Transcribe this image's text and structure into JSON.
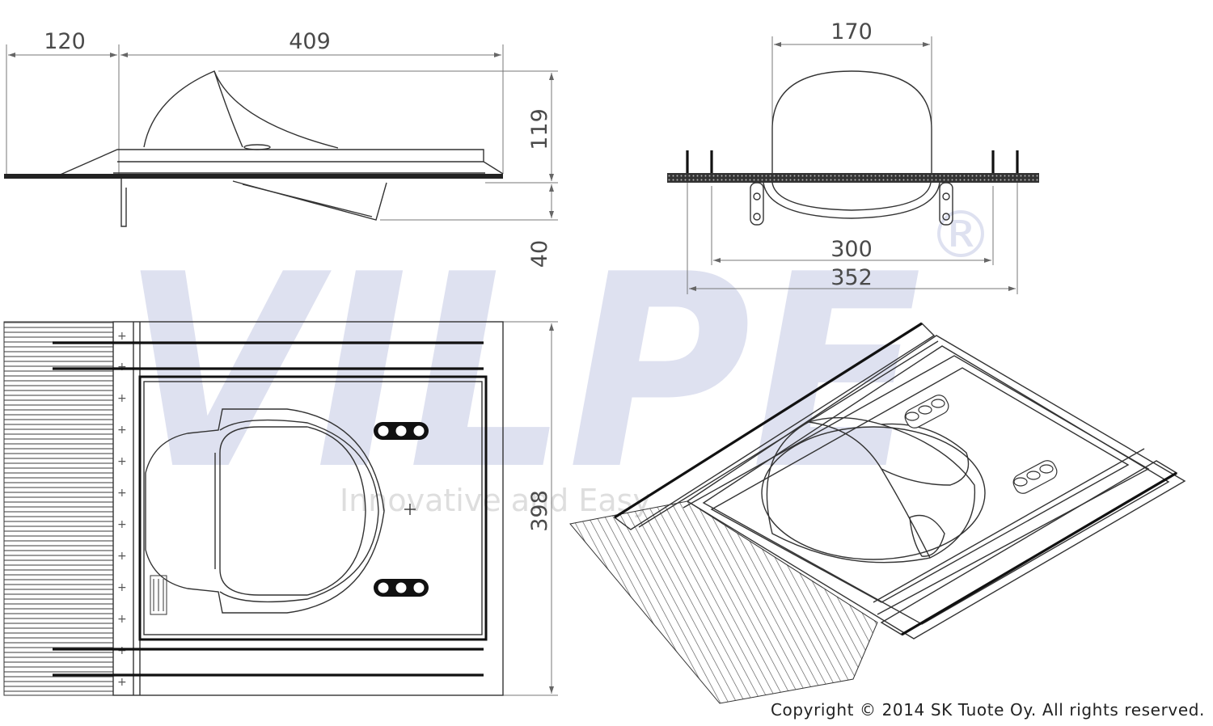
{
  "watermark": {
    "brand": "VILPE",
    "registered": "®",
    "tagline": "Innovative and Easy"
  },
  "side_view": {
    "dim_left": "120",
    "dim_length": "409",
    "dim_height": "119",
    "dim_under": "40"
  },
  "front_view": {
    "dim_top": "170",
    "dim_inner": "300",
    "dim_outer": "352"
  },
  "top_view": {
    "dim_depth": "398"
  },
  "copyright": "Copyright © 2014 SK Tuote Oy. All rights reserved."
}
